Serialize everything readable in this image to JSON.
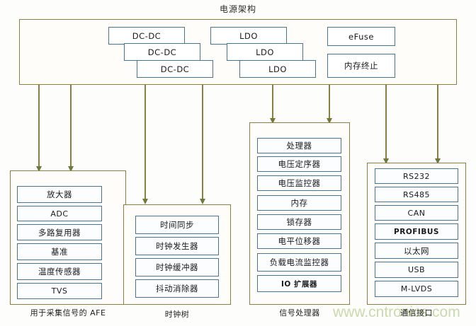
{
  "title": "电源架构",
  "watermark": "www.cntronics.com",
  "colors": {
    "group_border": "#8a8044",
    "chip_border": "#4a7390",
    "arrow": "#6e7a3c",
    "watermark": "#cbd9ad",
    "background": "#fdfdfb"
  },
  "power_block": {
    "name": "电源架构",
    "dcdc_group": [
      {
        "label": "DC-DC"
      },
      {
        "label": "DC-DC"
      },
      {
        "label": "DC-DC"
      }
    ],
    "ldo_group": [
      {
        "label": "LDO"
      },
      {
        "label": "LDO"
      },
      {
        "label": "LDO"
      }
    ],
    "misc_group": [
      {
        "label": "eFuse"
      },
      {
        "label": "内存终止"
      }
    ]
  },
  "groups": [
    {
      "id": "afe",
      "caption": "用于采集信号的 AFE",
      "items": [
        {
          "label": "放大器"
        },
        {
          "label": "ADC"
        },
        {
          "label": "多路复用器"
        },
        {
          "label": "基准"
        },
        {
          "label": "温度传感器"
        },
        {
          "label": "TVS"
        }
      ]
    },
    {
      "id": "clock-tree",
      "caption": "时钟树",
      "items": [
        {
          "label": "时间同步"
        },
        {
          "label": "时钟发生器"
        },
        {
          "label": "时钟缓冲器"
        },
        {
          "label": "抖动消除器"
        }
      ]
    },
    {
      "id": "signal-processor",
      "caption": "信号处理器",
      "items": [
        {
          "label": "处理器"
        },
        {
          "label": "电压定序器"
        },
        {
          "label": "电压监控器"
        },
        {
          "label": "内存"
        },
        {
          "label": "锁存器"
        },
        {
          "label": "电平位移器"
        },
        {
          "label": "负载电流监控器"
        },
        {
          "label": "IO 扩展器"
        }
      ]
    },
    {
      "id": "comm-interface",
      "caption": "通信接口",
      "items": [
        {
          "label": "RS232"
        },
        {
          "label": "RS485"
        },
        {
          "label": "CAN"
        },
        {
          "label": "PROFIBUS"
        },
        {
          "label": "以太网"
        },
        {
          "label": "USB"
        },
        {
          "label": "M-LVDS"
        }
      ]
    }
  ]
}
